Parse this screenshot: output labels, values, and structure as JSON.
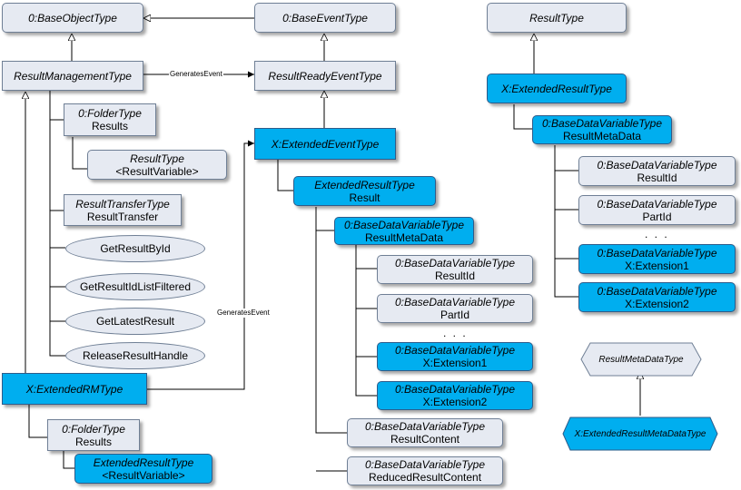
{
  "nodes": {
    "base_object_type": "0:BaseObjectType",
    "base_event_type": "0:BaseEventType",
    "result_type": "ResultType",
    "result_management_type": "ResultManagementType",
    "result_ready_event_type": "ResultReadyEventType",
    "x_extended_result_type": "X:ExtendedResultType",
    "results_folder": {
      "type": "0:FolderType",
      "name": "Results"
    },
    "result_variable": {
      "type": "ResultType",
      "name": "<ResultVariable>"
    },
    "x_extended_event_type": "X:ExtendedEventType",
    "event_result": {
      "type": "ExtendedResultType",
      "name": "Result"
    },
    "event_result_meta_data": {
      "type": "0:BaseDataVariableType",
      "name": "ResultMetaData"
    },
    "event_result_id": {
      "type": "0:BaseDataVariableType",
      "name": "ResultId"
    },
    "event_part_id": {
      "type": "0:BaseDataVariableType",
      "name": "PartId"
    },
    "event_extension1": {
      "type": "0:BaseDataVariableType",
      "name": "X:Extension1"
    },
    "event_extension2": {
      "type": "0:BaseDataVariableType",
      "name": "X:Extension2"
    },
    "event_result_content": {
      "type": "0:BaseDataVariableType",
      "name": "ResultContent"
    },
    "event_reduced_result_content": {
      "type": "0:BaseDataVariableType",
      "name": "ReducedResultContent"
    },
    "rt_result_meta_data": {
      "type": "0:BaseDataVariableType",
      "name": "ResultMetaData"
    },
    "rt_result_id": {
      "type": "0:BaseDataVariableType",
      "name": "ResultId"
    },
    "rt_part_id": {
      "type": "0:BaseDataVariableType",
      "name": "PartId"
    },
    "rt_extension1": {
      "type": "0:BaseDataVariableType",
      "name": "X:Extension1"
    },
    "rt_extension2": {
      "type": "0:BaseDataVariableType",
      "name": "X:Extension2"
    },
    "result_transfer": {
      "type": "ResultTransferType",
      "name": "ResultTransfer"
    },
    "get_result_by_id": "GetResultById",
    "get_result_id_list_filtered": "GetResultIdListFiltered",
    "get_latest_result": "GetLatestResult",
    "release_result_handle": "ReleaseResultHandle",
    "x_extended_rm_type": "X:ExtendedRMType",
    "rm_results_folder": {
      "type": "0:FolderType",
      "name": "Results"
    },
    "rm_result_variable": {
      "type": "ExtendedResultType",
      "name": "<ResultVariable>"
    },
    "result_meta_data_type": "ResultMetaDataType",
    "x_extended_result_meta_data_type": "X:ExtendedResultMetaDataType"
  },
  "edge_labels": {
    "generates_event_top": "GeneratesEvent",
    "generates_event_rm": "GeneratesEvent"
  },
  "ellipsis": {
    "event_list": ". . .",
    "rt_list": ". . ."
  },
  "colors": {
    "gray_fill": "#e6eaf2",
    "blue_fill": "#00aeef",
    "line": "#000000"
  }
}
